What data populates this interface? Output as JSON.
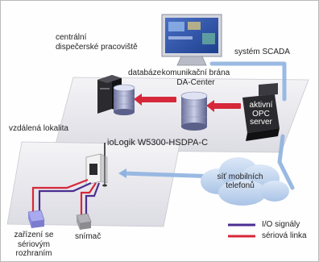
{
  "labels": {
    "central_workstations_line1": "centrální",
    "central_workstations_line2": "dispečerské pracoviště",
    "database": "databáze",
    "gateway_line1": "komunikační brána",
    "gateway_line2": "DA-Center",
    "scada": "systém SCADA",
    "opc_line1": "aktivní",
    "opc_line2": "OPC",
    "opc_line3": "server",
    "remote_site": "vzdálená lokalita",
    "device_model": "ioLogik W5300-HSDPA-C",
    "network_line1": "síť mobilních",
    "network_line2": "telefonů",
    "serial_device_line1": "zařízení se",
    "serial_device_line2": "sériovým",
    "serial_device_line3": "rozhraním",
    "sensor": "snímač"
  },
  "legend": {
    "io_signals": "I/O signály",
    "serial_line": "sériová linka"
  },
  "colors": {
    "io_signals": "#4b2e91",
    "serial_line": "#d6283a",
    "data_flow": "#8fb2e0",
    "platform": "#e9e9ee"
  }
}
